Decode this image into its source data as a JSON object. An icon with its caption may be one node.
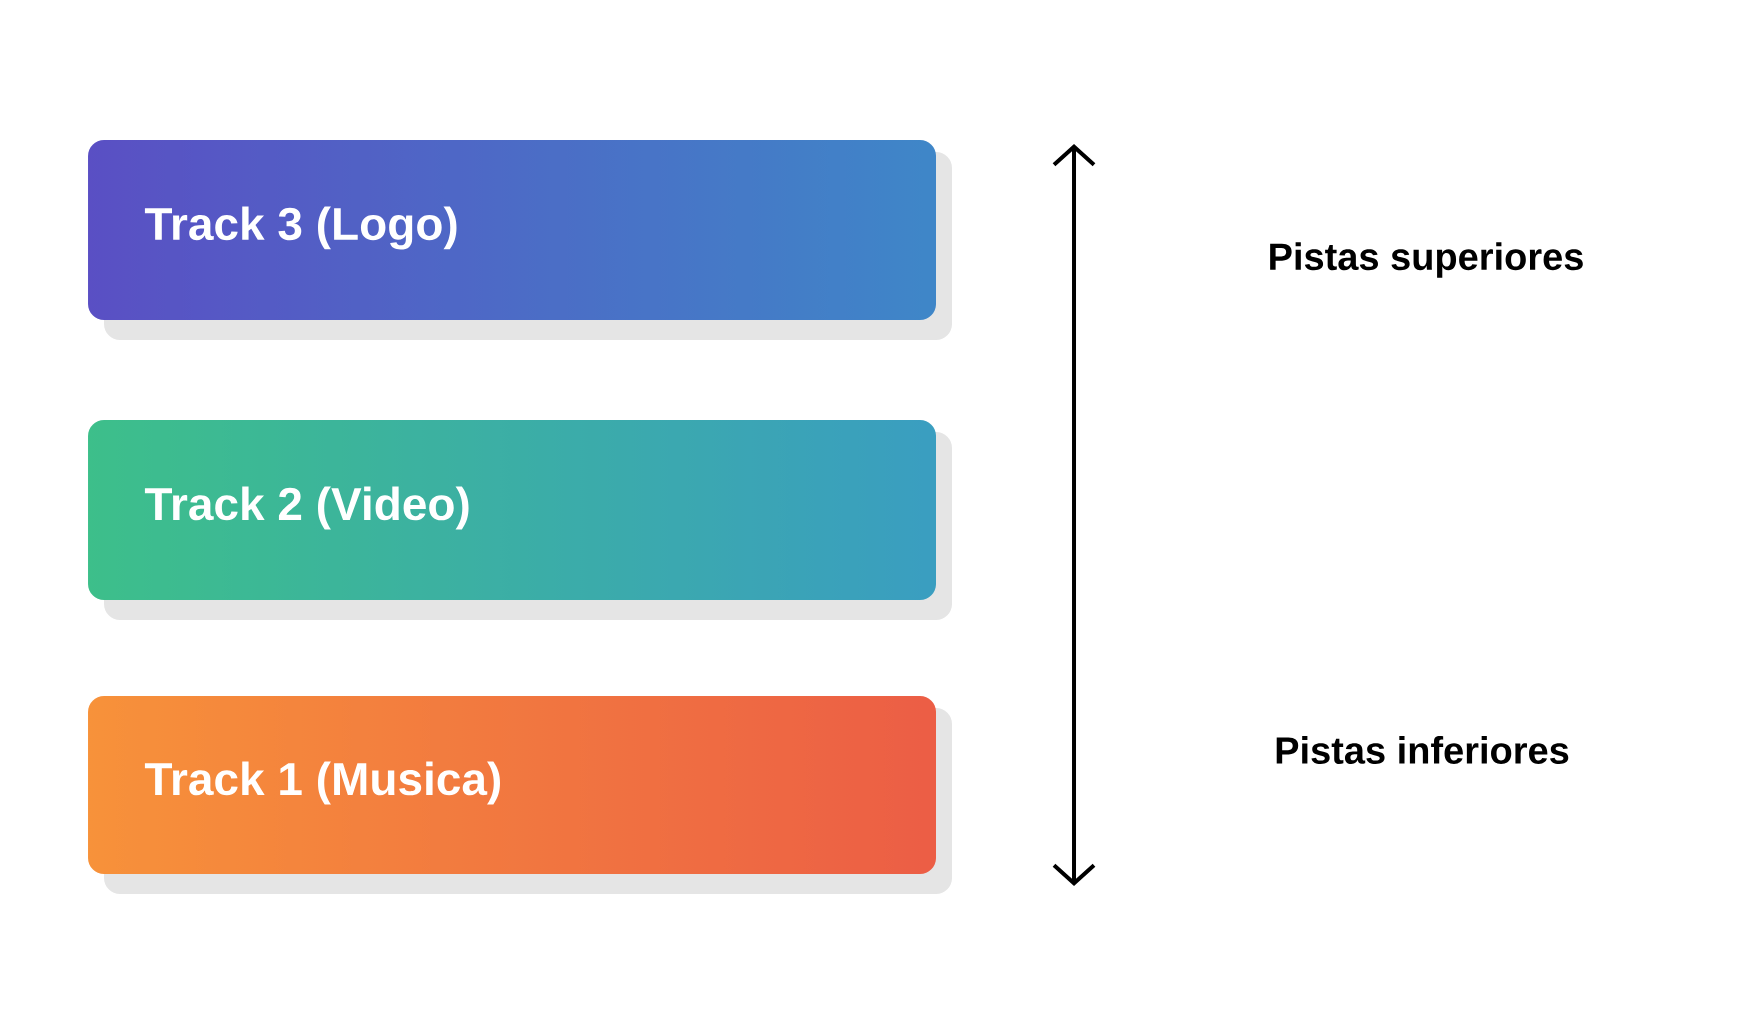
{
  "diagram": {
    "nodes": [
      {
        "text": [
          "Track 3 (Logo)"
        ]
      },
      {
        "text": [
          "Track 2 (Video)"
        ]
      },
      {
        "text": [
          "Track 1 (Musica)"
        ]
      }
    ],
    "labels": [
      "Pistas superiores",
      "Pistas inferiores"
    ]
  }
}
